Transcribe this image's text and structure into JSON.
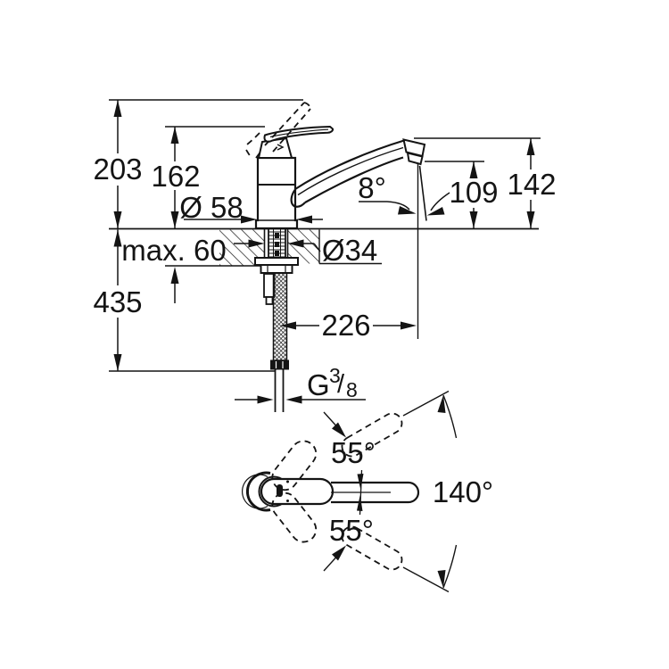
{
  "drawing": {
    "type": "faucet-installation-dimension-drawing",
    "line_color": "#141414",
    "background": "#ffffff",
    "side_view": {
      "height_total": "203",
      "height_body": "162",
      "base_diameter": "Ø 58",
      "counter_thickness": "max. 60",
      "below_counter_length": "435",
      "hole_diameter": "Ø34",
      "stream_angle": "8°",
      "outlet_height": "109",
      "spout_height": "142",
      "spout_reach": "226",
      "thread": {
        "prefix": "G",
        "numerator": "3",
        "slash": "/",
        "denominator": "8"
      }
    },
    "top_view": {
      "swivel_upper": "55°",
      "swivel_lower": "55°",
      "swivel_total": "140°"
    }
  }
}
